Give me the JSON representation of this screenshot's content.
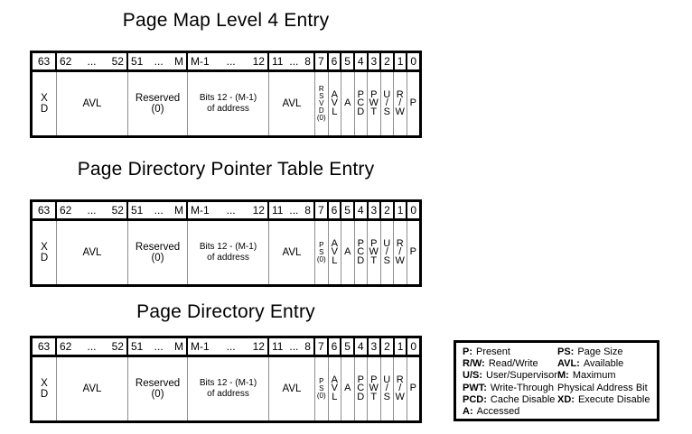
{
  "tables": [
    {
      "title": "Page Map Level 4 Entry",
      "header": [
        "63",
        {
          "l": "62",
          "m": "...",
          "r": "52"
        },
        {
          "l": "51",
          "m": "...",
          "r": "M"
        },
        {
          "l": "M-1",
          "m": "...",
          "r": "12"
        },
        {
          "l": "11",
          "m": "...",
          "r": "8"
        },
        "7",
        "6",
        "5",
        "4",
        "3",
        "2",
        "1",
        "0"
      ],
      "cells": [
        "X\nD",
        "AVL",
        "Reserved\n(0)",
        "Bits 12 - (M-1)\nof address",
        "AVL",
        "R\nS\nV\nD\n(0)",
        "A\nV\nL",
        "A",
        "P\nC\nD",
        "P\nW\nT",
        "U\n/\nS",
        "R\n/\nW",
        "P"
      ]
    },
    {
      "title": "Page Directory Pointer Table Entry",
      "header": [
        "63",
        {
          "l": "62",
          "m": "...",
          "r": "52"
        },
        {
          "l": "51",
          "m": "...",
          "r": "M"
        },
        {
          "l": "M-1",
          "m": "...",
          "r": "12"
        },
        {
          "l": "11",
          "m": "...",
          "r": "8"
        },
        "7",
        "6",
        "5",
        "4",
        "3",
        "2",
        "1",
        "0"
      ],
      "cells": [
        "X\nD",
        "AVL",
        "Reserved\n(0)",
        "Bits 12 - (M-1)\nof address",
        "AVL",
        "P\nS\n(0)",
        "A\nV\nL",
        "A",
        "P\nC\nD",
        "P\nW\nT",
        "U\n/\nS",
        "R\n/\nW",
        "P"
      ]
    },
    {
      "title": "Page Directory Entry",
      "header": [
        "63",
        {
          "l": "62",
          "m": "...",
          "r": "52"
        },
        {
          "l": "51",
          "m": "...",
          "r": "M"
        },
        {
          "l": "M-1",
          "m": "...",
          "r": "12"
        },
        {
          "l": "11",
          "m": "...",
          "r": "8"
        },
        "7",
        "6",
        "5",
        "4",
        "3",
        "2",
        "1",
        "0"
      ],
      "cells": [
        "X\nD",
        "AVL",
        "Reserved\n(0)",
        "Bits 12 - (M-1)\nof address",
        "AVL",
        "P\nS\n(0)",
        "A\nV\nL",
        "A",
        "P\nC\nD",
        "P\nW\nT",
        "U\n/\nS",
        "R\n/\nW",
        "P"
      ]
    }
  ],
  "legend": {
    "left": [
      {
        "b": "P:",
        "t": "Present"
      },
      {
        "b": "R/W:",
        "t": "Read/Write"
      },
      {
        "b": "U/S:",
        "t": "User/Supervisor"
      },
      {
        "b": "PWT:",
        "t": "Write-Through"
      },
      {
        "b": "PCD:",
        "t": "Cache Disable"
      },
      {
        "b": "A:",
        "t": "Accessed"
      }
    ],
    "right": [
      {
        "b": "PS:",
        "t": "Page Size"
      },
      {
        "b": "AVL:",
        "t": "Available"
      },
      {
        "b": "M:",
        "t": "Maximum"
      },
      {
        "b": "",
        "t": "Physical Address Bit"
      },
      {
        "b": "XD:",
        "t": "Execute Disable"
      }
    ]
  },
  "colors": {
    "border": "#000000",
    "body_divider": "#8f8f8f",
    "background": "#ffffff"
  }
}
